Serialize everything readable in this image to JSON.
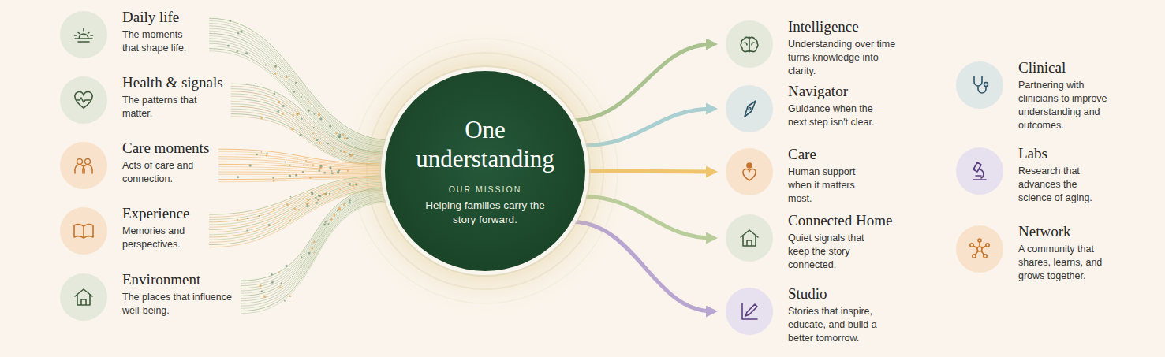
{
  "diagram": {
    "nodes": [
      {
        "text": [
          "Daily life",
          "The moments that shape life."
        ]
      },
      {
        "text": [
          "Health & signals",
          "The patterns that matter."
        ]
      },
      {
        "text": [
          "Care moments",
          "Acts of care and connection."
        ]
      },
      {
        "text": [
          "Experience",
          "Memories and perspectives."
        ]
      },
      {
        "text": [
          "Environment",
          "The places that influence well-being."
        ]
      },
      {
        "text": [
          "One understanding",
          "OUR MISSION",
          "Helping families carry the story forward."
        ]
      },
      {
        "text": [
          "Intelligence",
          "Understanding over time turns knowledge into clarity."
        ]
      },
      {
        "text": [
          "Navigator",
          "Guidance when the next step isn't clear."
        ]
      },
      {
        "text": [
          "Care",
          "Human support when it matters most."
        ]
      },
      {
        "text": [
          "Connected Home",
          "Quiet signals that keep the story connected."
        ]
      },
      {
        "text": [
          "Studio",
          "Stories that inspire, educate, and build a better tomorrow."
        ]
      },
      {
        "text": [
          "Clinical",
          "Partnering with clinicians to improve understanding and outcomes."
        ]
      },
      {
        "text": [
          "Labs",
          "Research that advances the science of aging."
        ]
      },
      {
        "text": [
          "Network",
          "A community that shares, learns, and grows together."
        ]
      }
    ],
    "edges": [
      {
        "from": 0,
        "to": 5,
        "arrow": "none"
      },
      {
        "from": 1,
        "to": 5,
        "arrow": "none"
      },
      {
        "from": 2,
        "to": 5,
        "arrow": "none"
      },
      {
        "from": 3,
        "to": 5,
        "arrow": "none"
      },
      {
        "from": 4,
        "to": 5,
        "arrow": "none"
      },
      {
        "from": 5,
        "to": 6,
        "arrow": "to"
      },
      {
        "from": 5,
        "to": 7,
        "arrow": "to"
      },
      {
        "from": 5,
        "to": 8,
        "arrow": "to"
      },
      {
        "from": 5,
        "to": 9,
        "arrow": "to"
      },
      {
        "from": 5,
        "to": 10,
        "arrow": "to"
      }
    ]
  }
}
